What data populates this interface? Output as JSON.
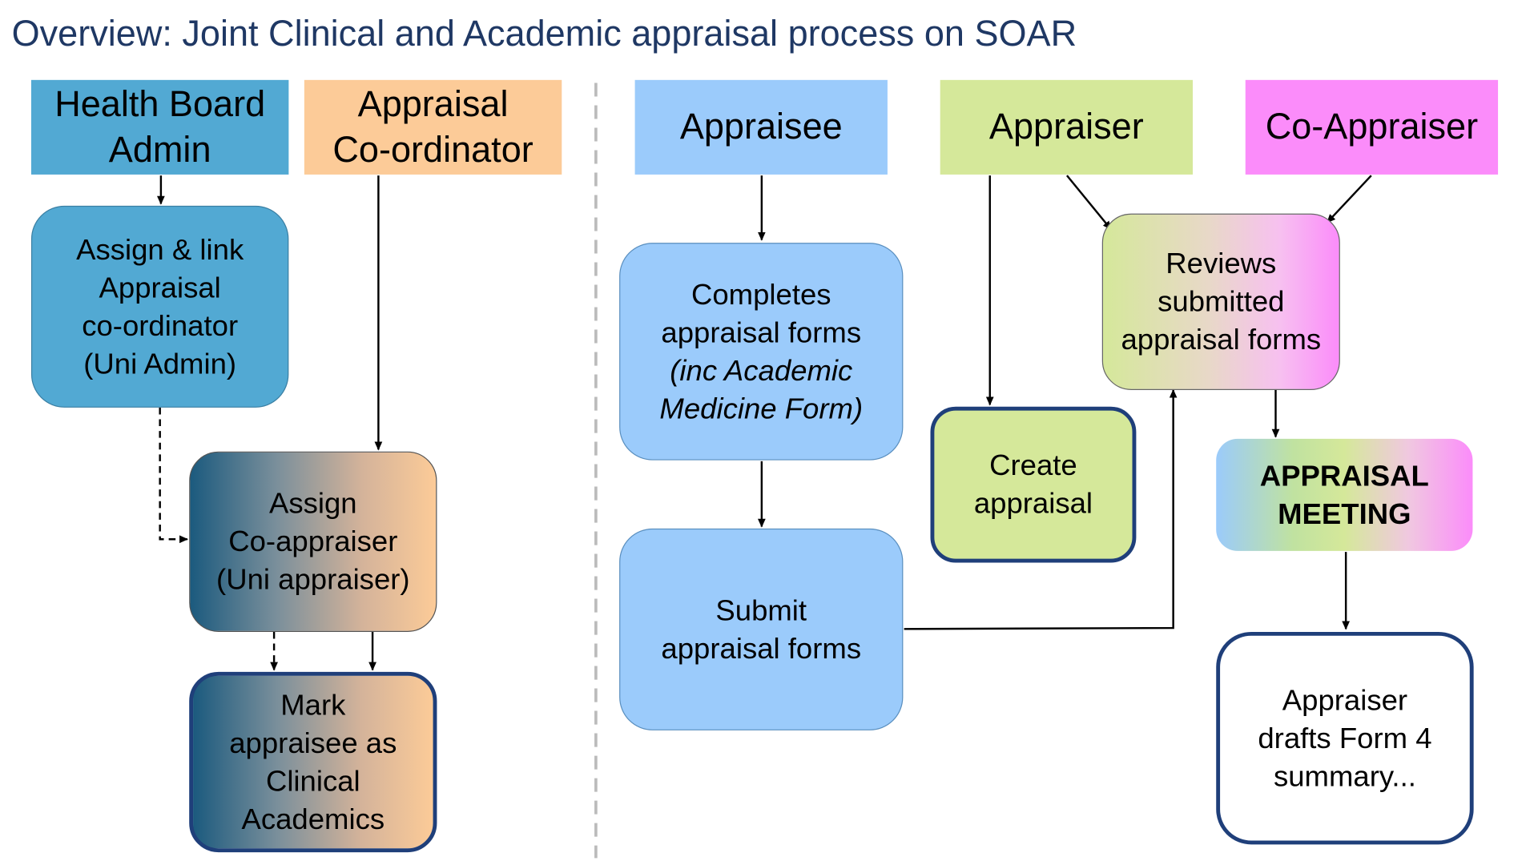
{
  "title": "Overview:  Joint Clinical and Academic appraisal process on SOAR",
  "headers": {
    "health_board_admin": [
      "Health Board",
      "Admin"
    ],
    "appraisal_coordinator": [
      "Appraisal",
      "Co-ordinator"
    ],
    "appraisee": "Appraisee",
    "appraiser": "Appraiser",
    "co_appraiser": "Co-Appraiser"
  },
  "boxes": {
    "assign_link": [
      "Assign & link",
      "Appraisal",
      "co-ordinator",
      "(Uni Admin)"
    ],
    "assign_coappraiser": [
      "Assign",
      "Co-appraiser",
      "(Uni appraiser)"
    ],
    "mark_appraisee": [
      "Mark",
      "appraisee as",
      "Clinical",
      "Academics"
    ],
    "completes_forms": [
      "Completes",
      "appraisal forms",
      "(inc Academic",
      "Medicine Form)"
    ],
    "submit_forms": [
      "Submit",
      "appraisal forms"
    ],
    "create_appraisal": [
      "Create",
      "appraisal"
    ],
    "reviews_forms": [
      "Reviews",
      "submitted",
      "appraisal forms"
    ],
    "appraisal_meeting": [
      "APPRAISAL",
      "MEETING"
    ],
    "drafts_form4": [
      "Appraiser",
      "drafts Form 4",
      "summary..."
    ]
  },
  "colors": {
    "title": "#1f3864",
    "health_board": "#52a9d3",
    "coordinator": "#fccb98",
    "appraisee": "#9bcbfb",
    "appraiser": "#d5e89a",
    "co_appraiser": "#fb8cfa",
    "border_dark": "#1f3f7a"
  }
}
